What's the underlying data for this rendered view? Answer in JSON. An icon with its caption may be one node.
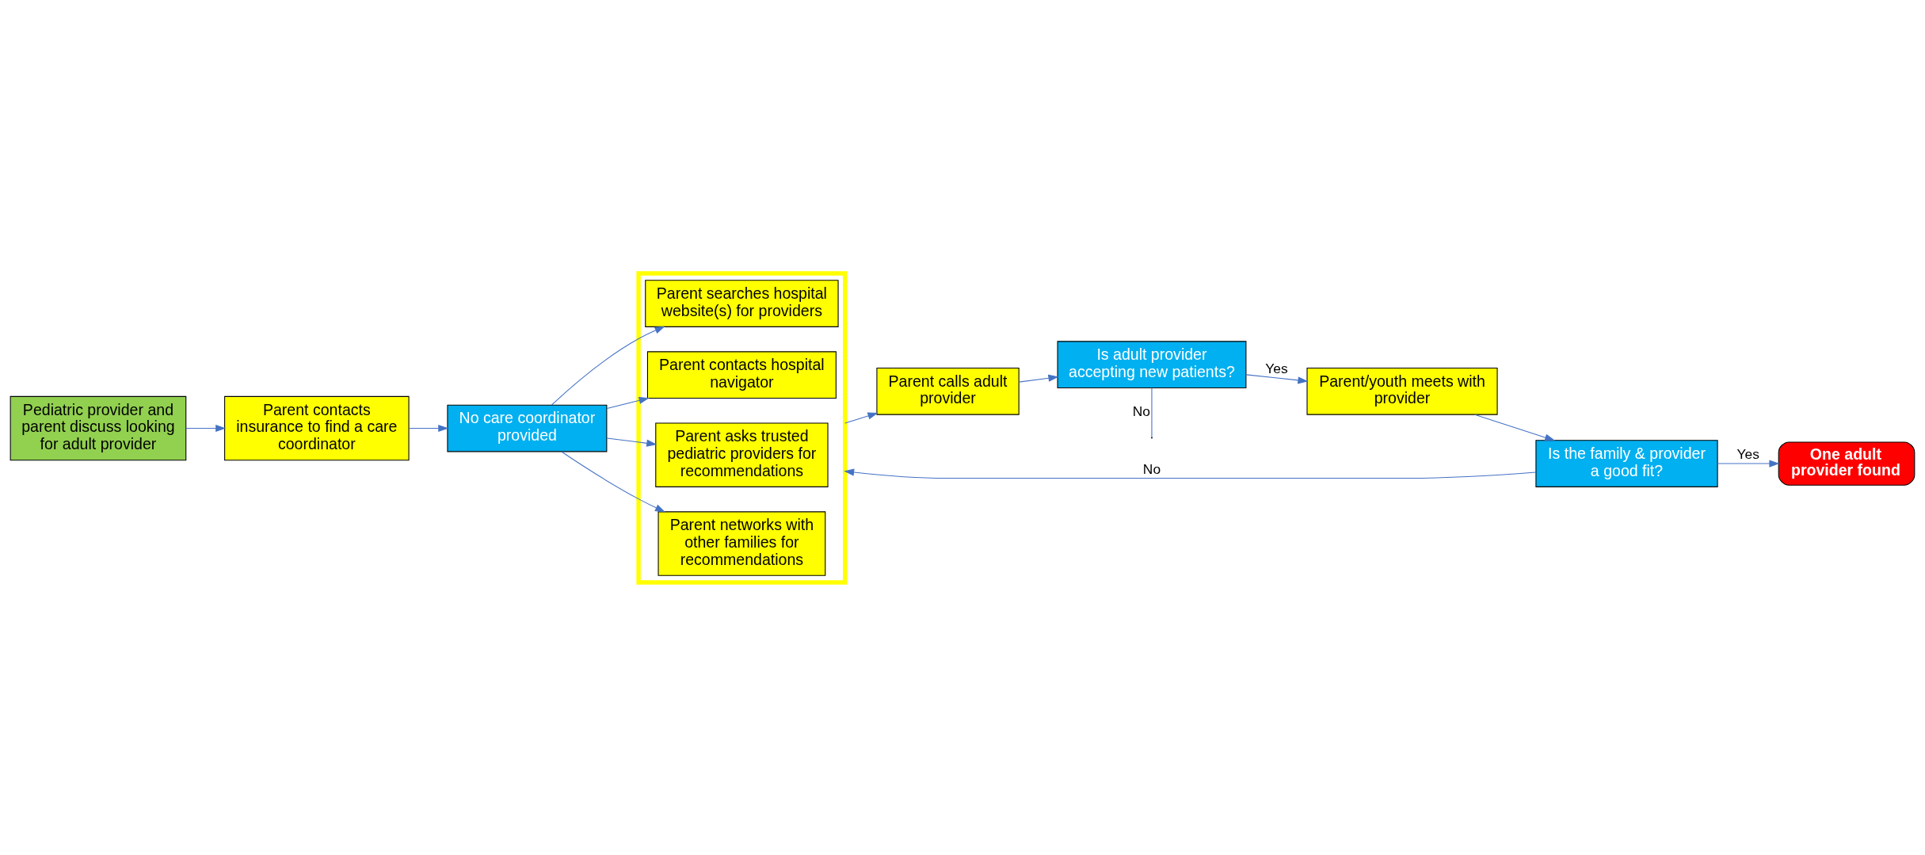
{
  "diagram": {
    "nodes": [
      {
        "text": [
          "Pediatric provider and parent discuss looking for adult provider"
        ]
      },
      {
        "text": [
          "Parent contacts insurance to find a care coordinator"
        ]
      },
      {
        "text": [
          "No care coordinator provided"
        ]
      },
      {
        "text": [],
        "shape": "box"
      },
      {
        "text": [
          "Parent searches hospital website(s) for providers"
        ],
        "in": 3
      },
      {
        "text": [
          "Parent contacts hospital navigator"
        ],
        "in": 3
      },
      {
        "text": [
          "Parent asks trusted pediatric providers for recommendations"
        ],
        "in": 3
      },
      {
        "text": [
          "Parent networks with other families for recommendations"
        ],
        "in": 3
      },
      {
        "text": [
          "Parent calls adult provider"
        ]
      },
      {
        "text": [
          "Is adult provider accepting new patients?"
        ]
      },
      {
        "text": [
          "Parent/youth meets with provider"
        ]
      },
      {
        "text": [
          "Is the family & provider a good fit?"
        ]
      },
      {
        "text": [
          "One adult provider found"
        ]
      }
    ],
    "edges": [
      {
        "from": 0,
        "to": 1,
        "arrow": "to"
      },
      {
        "from": 1,
        "to": 2,
        "arrow": "to"
      },
      {
        "from": 2,
        "to": 4,
        "arrow": "to"
      },
      {
        "from": 2,
        "to": 5,
        "arrow": "to"
      },
      {
        "from": 2,
        "to": 6,
        "arrow": "to"
      },
      {
        "from": 2,
        "to": 7,
        "arrow": "to"
      },
      {
        "from": 3,
        "to": 8,
        "arrow": "to"
      },
      {
        "from": 8,
        "to": 9,
        "arrow": "to"
      },
      {
        "from": 9,
        "to": null,
        "arrow": "none",
        "label": "No"
      },
      {
        "from": 9,
        "to": 10,
        "arrow": "to",
        "label": "Yes"
      },
      {
        "from": 10,
        "to": 11,
        "arrow": "to"
      },
      {
        "from": 11,
        "to": 12,
        "arrow": "to",
        "label": "Yes"
      },
      {
        "from": 11,
        "to": 3,
        "arrow": "to",
        "label": "No"
      }
    ]
  }
}
